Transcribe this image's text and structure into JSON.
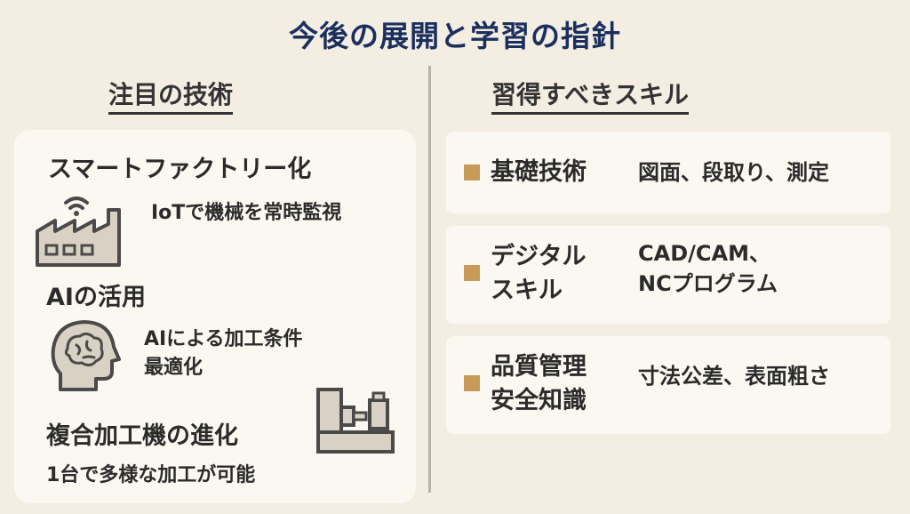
{
  "title": "今後の展開と学習の指針",
  "left": {
    "heading": "注目の技術",
    "items": [
      {
        "title": "スマートファクトリー化",
        "desc": "IoTで機械を常時監視",
        "icon": "factory-wifi-icon"
      },
      {
        "title": "AIの活用",
        "desc_lines": [
          "AIによる加工条件",
          "最適化"
        ],
        "icon": "ai-brain-head-icon"
      },
      {
        "title": "複合加工機の進化",
        "desc": "1台で多様な加工が可能",
        "icon": "machine-tool-icon"
      }
    ]
  },
  "right": {
    "heading": "習得すべきスキル",
    "skills": [
      {
        "label_lines": [
          "基礎技術"
        ],
        "desc_lines": [
          "図面、段取り、測定"
        ]
      },
      {
        "label_lines": [
          "デジタル",
          "スキル"
        ],
        "desc_lines": [
          "CAD/CAM、",
          "NCプログラム"
        ]
      },
      {
        "label_lines": [
          "品質管理",
          "安全知識"
        ],
        "desc_lines": [
          "寸法公差、表面粗さ"
        ]
      }
    ]
  },
  "colors": {
    "background": "#F3EDE2",
    "card": "#FBF8F2",
    "title": "#1B2F5F",
    "bullet": "#C79A5A",
    "icon": "#D9D2C4",
    "icon_stroke": "#4A4A4A"
  }
}
